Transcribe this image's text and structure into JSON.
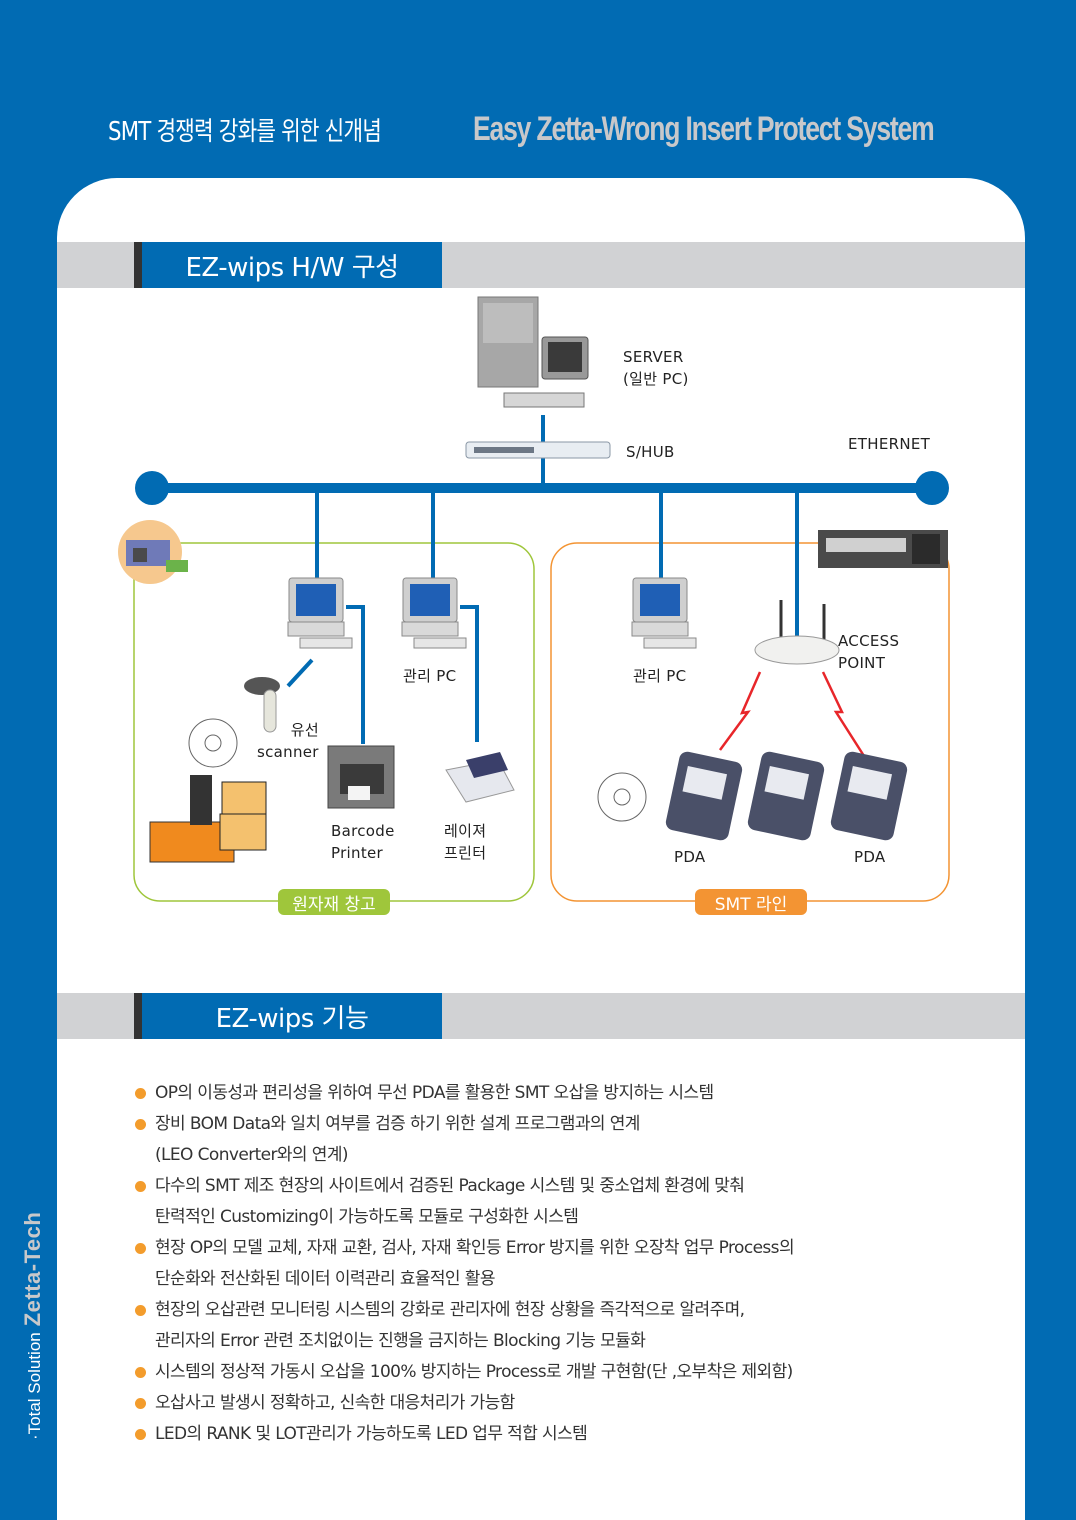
{
  "header": {
    "title_korean": "SMT 경쟁력 강화를 위한 신개념",
    "title_english": "Easy Zetta-Wrong Insert Protect System"
  },
  "sections": {
    "hw": {
      "title": "EZ-wips H/W 구성"
    },
    "features": {
      "title": "EZ-wips 기능"
    }
  },
  "diagram": {
    "server": {
      "line1": "SERVER",
      "line2": "(일반 PC)"
    },
    "hub": "S/HUB",
    "network": "ETHERNET",
    "warehouse": {
      "zone_label": "원자재 창고",
      "scanner": {
        "line1": "유선",
        "line2": "scanner"
      },
      "barcode_printer": {
        "line1": "Barcode",
        "line2": "Printer"
      },
      "admin_pc": "관리 PC",
      "laser_printer": {
        "line1": "레이져",
        "line2": "프린터"
      }
    },
    "smt_line": {
      "zone_label": "SMT 라인",
      "admin_pc": "관리 PC",
      "access_point": {
        "line1": "ACCESS",
        "line2": "POINT"
      },
      "pda_left": "PDA",
      "pda_right": "PDA"
    },
    "colors": {
      "network": "#016bb3",
      "warehouse": "#9fc63b",
      "smt": "#f39433",
      "wireless": "#e8262a"
    }
  },
  "features": [
    {
      "text": "OP의 이동성과 편리성을 위하여 무선 PDA를 활용한 SMT 오삽을 방지하는 시스템"
    },
    {
      "text": "장비 BOM Data와 일치 여부를 검증 하기 위한 설계 프로그램과의 연계",
      "cont": "(LEO Converter와의 연계)"
    },
    {
      "text": "다수의 SMT 제조 현장의 사이트에서 검증된 Package 시스템  및  중소업체 환경에 맞춰",
      "cont": "탄력적인  Customizing이 가능하도록  모듈로  구성화한 시스템"
    },
    {
      "text": "현장 OP의 모델 교체, 자재 교환, 검사, 자재 확인등 Error 방지를 위한 오장착 업무 Process의",
      "cont": "단순화와 전산화된 데이터 이력관리 효율적인 활용"
    },
    {
      "text": "현장의 오삽관련 모니터링 시스템의 강화로 관리자에 현장 상황을 즉각적으로 알려주며,",
      "cont": "관리자의 Error 관련 조치없이는  진행을 금지하는 Blocking 기능 모듈화"
    },
    {
      "text": "시스템의  정상적 가동시 오삽을 100%  방지하는 Process로 개발 구현함(단 ,오부착은 제외함)"
    },
    {
      "text": "오삽사고 발생시 정확하고, 신속한 대응처리가 가능함"
    },
    {
      "text": "LED의  RANK 및 LOT관리가 가능하도록 LED 업무 적합 시스템"
    }
  ],
  "side_brand": {
    "prefix": "·Total Solution",
    "name": "Zetta-Tech"
  }
}
